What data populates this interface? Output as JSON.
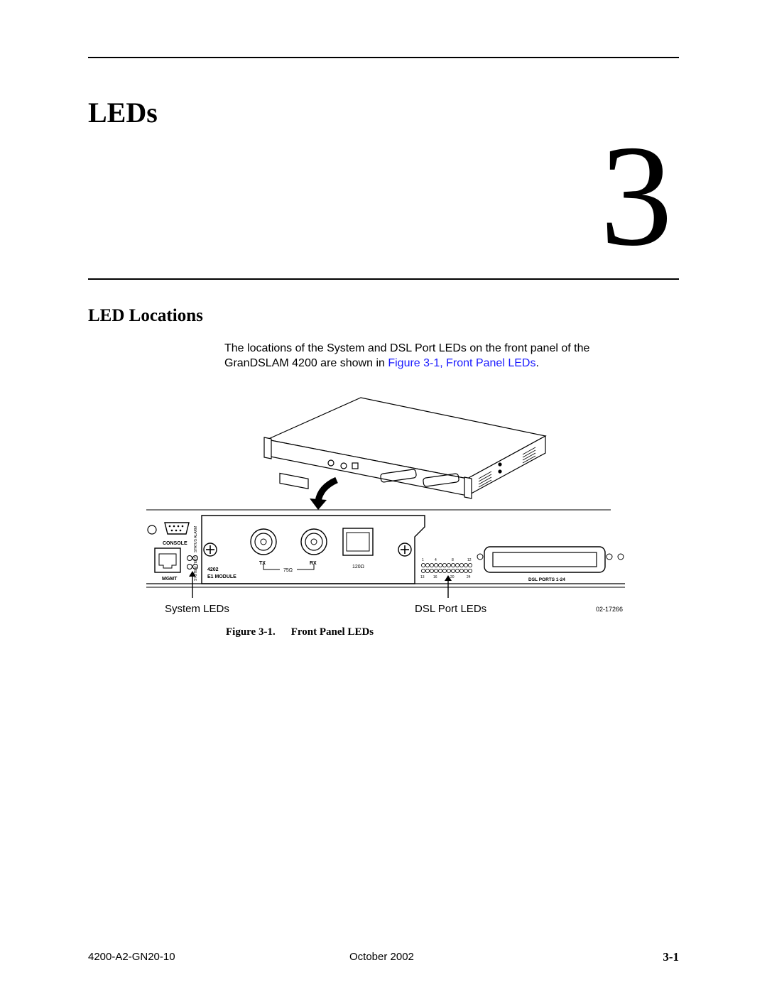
{
  "chapter": {
    "title": "LEDs",
    "number": "3"
  },
  "section": {
    "heading": "LED Locations"
  },
  "intro": {
    "text_before": "The locations of the System and DSL Port LEDs on the front panel of the GranDSLAM 4200 are shown in ",
    "link_text": "Figure 3-1, Front Panel LEDs",
    "text_after": "."
  },
  "figure": {
    "caption_prefix": "Figure 3-1.",
    "caption_title": "Front Panel LEDs",
    "labels": {
      "console": "CONSOLE",
      "mgmt": "MGMT",
      "status_leds": "STATUS ALARM",
      "system_leds_side": "SYSTEM TEST",
      "model": "4202",
      "module": "E1 MODULE",
      "tx": "TX",
      "rx": "RX",
      "impedance_75": "75Ω",
      "impedance_120": "120Ω",
      "dsl_ports": "DSL PORTS 1-24",
      "port_top_numbers": [
        "1",
        "4",
        "8",
        "12"
      ],
      "port_bottom_numbers": [
        "13",
        "16",
        "20",
        "24"
      ]
    },
    "callouts": {
      "system_leds": "System LEDs",
      "dsl_port_leds": "DSL Port LEDs",
      "drawing_number": "02-17266"
    }
  },
  "footer": {
    "doc_number": "4200-A2-GN20-10",
    "date": "October 2002",
    "page": "3-1"
  }
}
